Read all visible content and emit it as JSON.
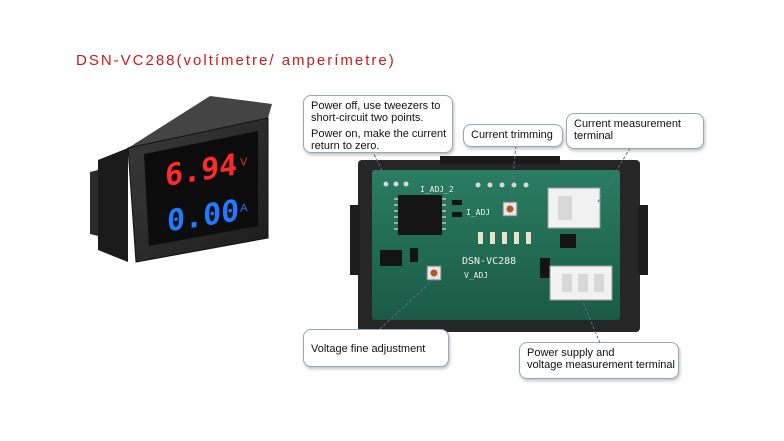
{
  "title": "DSN-VC288(voltímetre/ amperímetre)",
  "meter": {
    "voltage_reading": "6.94",
    "current_reading": "0.00",
    "voltage_unit": "V",
    "current_unit": "A"
  },
  "board": {
    "model_label": "DSN-VC288",
    "i_adj_label": "I_ADJ",
    "i_adj_2_label": "I_ADJ_2",
    "v_adj_label": "V_ADJ"
  },
  "callouts": {
    "power_off": {
      "line1": "Power off, use tweezers to",
      "line2": "short-circuit two points.",
      "line3": "Power on, make the current",
      "line4": "return to zero."
    },
    "current_trimming": "Current trimming",
    "current_terminal": {
      "line1": "Current measurement",
      "line2": "terminal"
    },
    "voltage_fine": "Voltage fine adjustment",
    "power_supply": {
      "line1": "Power supply and",
      "line2": "voltage measurement terminal"
    }
  },
  "colors": {
    "title": "#cc1a1a",
    "voltage_digits": "#ff2a2a",
    "current_digits": "#1f7bff",
    "pcb": "#1f6b52",
    "housing": "#2b2b2b"
  }
}
